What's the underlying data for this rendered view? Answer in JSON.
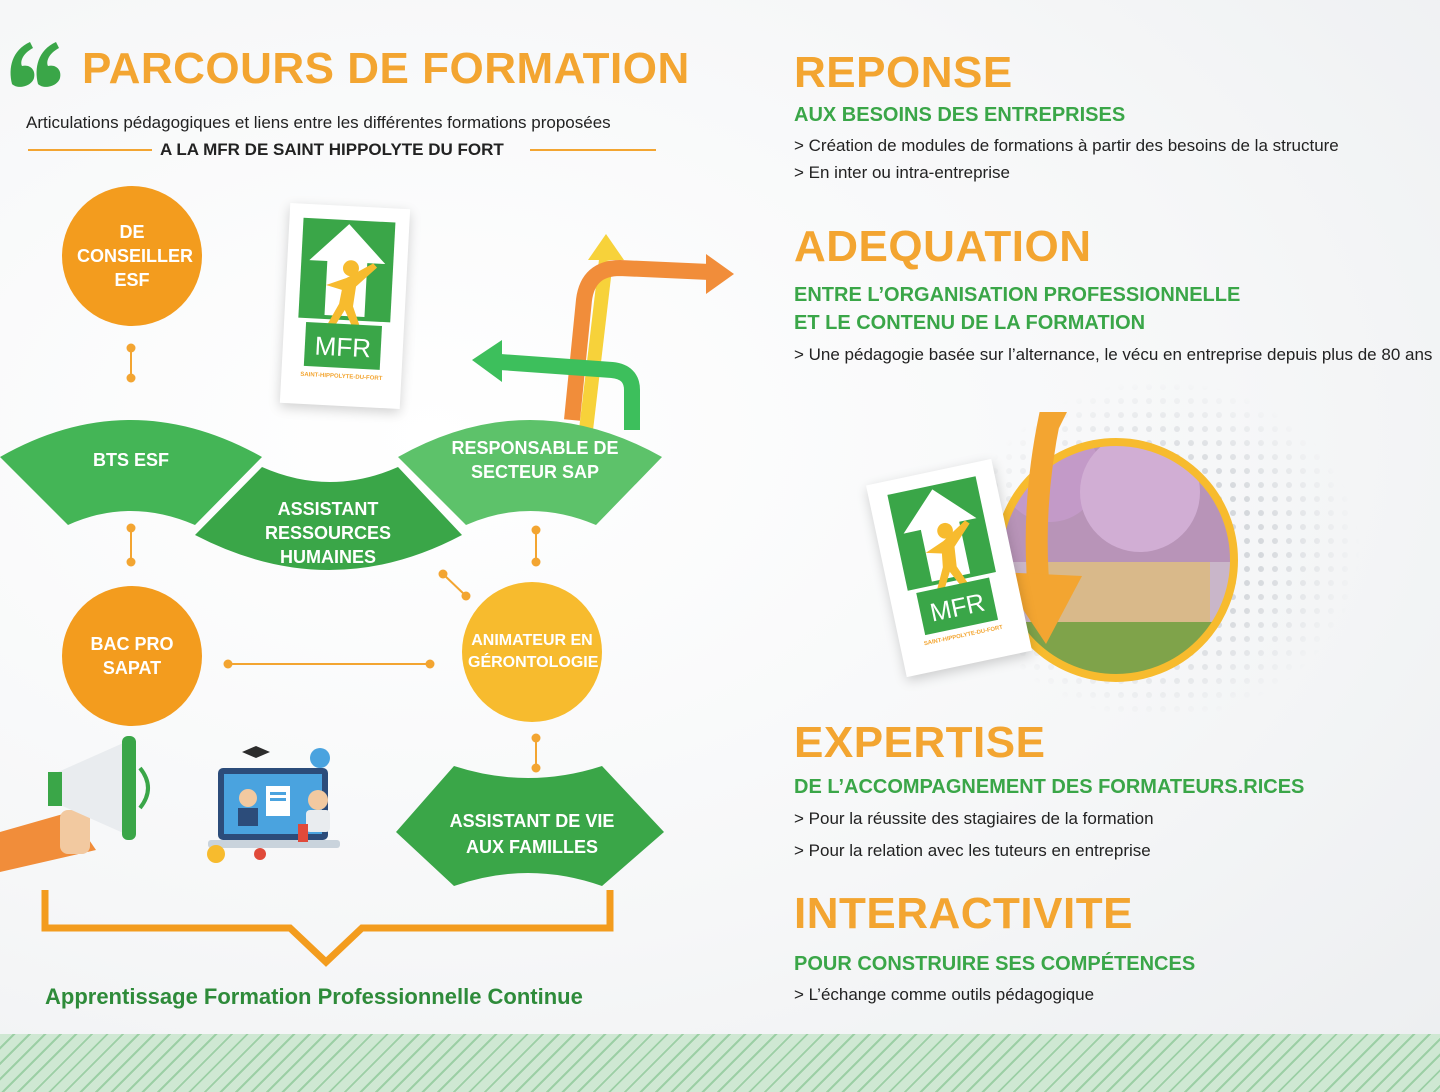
{
  "left": {
    "title": "PARCOURS DE FORMATION",
    "subtitle": "Articulations pédagogiques et liens entre les différentes formations proposées",
    "subtitle2": "A LA MFR DE SAINT HIPPOLYTE DU FORT",
    "nodes": {
      "conseiller": "DE CONSEILLER ESF",
      "bts": "BTS ESF",
      "assistant_rh": "ASSISTANT RESSOURCES HUMAINES",
      "responsable": "RESPONSABLE DE SECTEUR SAP",
      "bac_pro": "BAC PRO SAPAT",
      "animateur": "ANIMATEUR EN GÉRONTOLOGIE",
      "assistant_vie": "ASSISTANT DE VIE AUX FAMILLES"
    },
    "bottom_text": "Apprentissage Formation Professionnelle Continue",
    "logo": {
      "letters": "MFR",
      "caption": "SAINT-HIPPOLYTE-DU-FORT"
    }
  },
  "right": {
    "reponse": {
      "title": "REPONSE",
      "sub": "AUX BESOINS DES ENTREPRISES",
      "lines": [
        "> Création de modules de formations à partir des besoins de la structure",
        "> En inter ou intra-entreprise"
      ]
    },
    "adequation": {
      "title": "ADEQUATION",
      "sub1": "ENTRE L’ORGANISATION PROFESSIONNELLE",
      "sub2": "ET LE CONTENU DE LA FORMATION",
      "lines": [
        "> Une pédagogie basée sur l’alternance, le vécu en entreprise depuis plus de 80 ans"
      ]
    },
    "expertise": {
      "title": "EXPERTISE",
      "sub": "DE L’ACCOMPAGNEMENT DES FORMATEURS.RICES",
      "lines": [
        "> Pour la réussite des stagiaires de la formation",
        "> Pour la relation avec les tuteurs en entreprise"
      ]
    },
    "interactivite": {
      "title": "INTERACTIVITE",
      "sub": "POUR CONSTRUIRE SES COMPÉTENCES",
      "lines": [
        "> L’échange comme outils pédagogique"
      ]
    },
    "logo": {
      "letters": "MFR",
      "caption": "SAINT-HIPPOLYTE-DU-FORT"
    }
  },
  "colors": {
    "orange": "#f3a531",
    "green": "#3aa648",
    "dark_green": "#2e8b3a",
    "yellow": "#f7bb2e"
  },
  "icons": [
    "quote-icon",
    "mfr-logo-icon",
    "arrows-icon",
    "megaphone-icon",
    "laptop-learning-icon",
    "photo-circle-icon"
  ]
}
